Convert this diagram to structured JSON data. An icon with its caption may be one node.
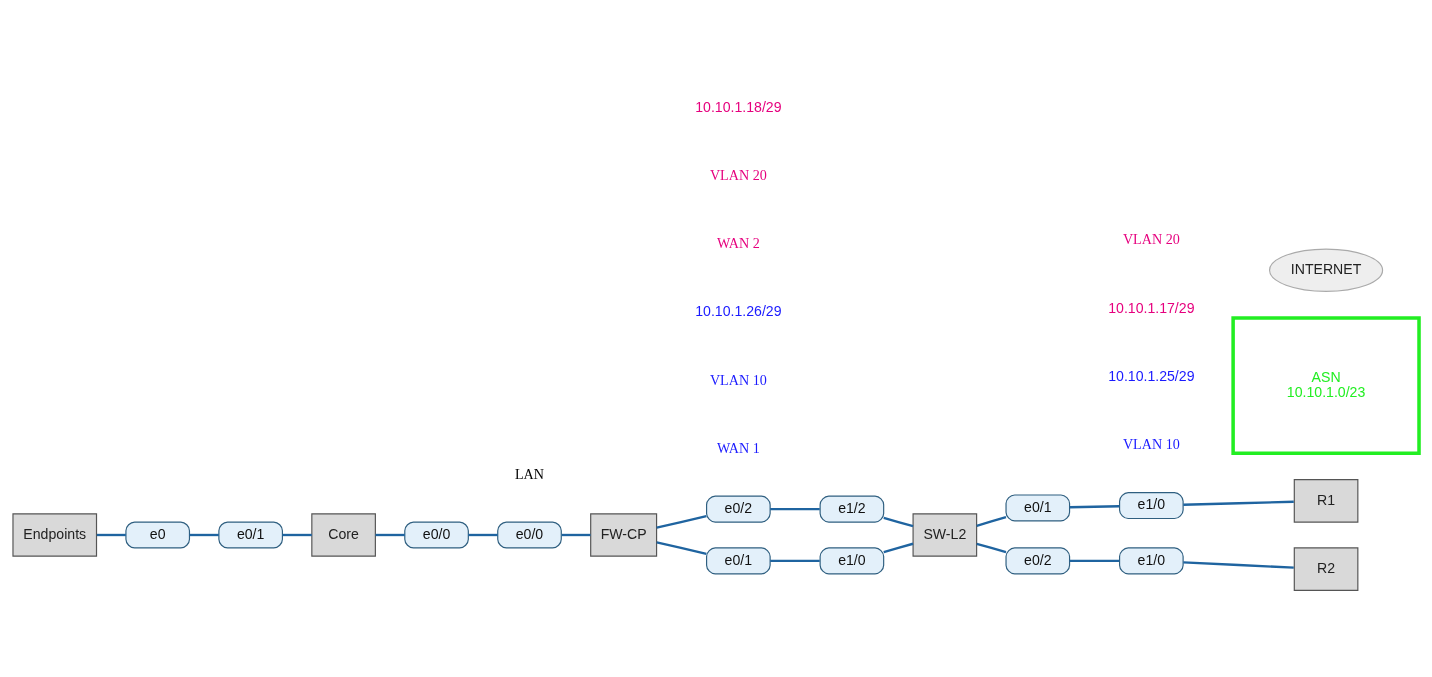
{
  "diagram": {
    "nodes": [
      {
        "text": [
          "Endpoints"
        ]
      },
      {
        "text": [
          "Core"
        ]
      },
      {
        "text": [
          "FW-CP"
        ]
      },
      {
        "text": [
          "SW-L2"
        ]
      },
      {
        "text": [
          "ASN",
          "10.10.1.0/23"
        ]
      },
      {
        "text": [
          "R1"
        ]
      },
      {
        "text": [
          "R2"
        ]
      },
      {
        "text": [
          "INTERNET"
        ]
      },
      {
        "text": [
          "e0"
        ]
      },
      {
        "text": [
          "e0/1"
        ]
      },
      {
        "text": [
          "e0/0"
        ]
      },
      {
        "text": [
          "e0/0"
        ]
      },
      {
        "text": [
          "e0/2"
        ]
      },
      {
        "text": [
          "e1/2"
        ]
      },
      {
        "text": [
          "e0/1"
        ]
      },
      {
        "text": [
          "e1/0"
        ]
      },
      {
        "text": [
          "e0/1"
        ]
      },
      {
        "text": [
          "e1/0"
        ]
      },
      {
        "text": [
          "e0/2"
        ]
      },
      {
        "text": [
          "e1/0"
        ]
      }
    ],
    "edges": [
      {
        "from": 0,
        "to": 8,
        "arrow": "none"
      },
      {
        "from": 8,
        "to": 9,
        "arrow": "none"
      },
      {
        "from": 9,
        "to": 1,
        "arrow": "none"
      },
      {
        "from": 1,
        "to": 10,
        "arrow": "none"
      },
      {
        "from": 10,
        "to": 11,
        "arrow": "none"
      },
      {
        "from": 11,
        "to": 2,
        "arrow": "none"
      },
      {
        "from": 2,
        "to": 12,
        "arrow": "none"
      },
      {
        "from": 12,
        "to": 13,
        "arrow": "none"
      },
      {
        "from": 13,
        "to": 3,
        "arrow": "none"
      },
      {
        "from": 2,
        "to": 14,
        "arrow": "none"
      },
      {
        "from": 14,
        "to": 15,
        "arrow": "none"
      },
      {
        "from": 15,
        "to": 3,
        "arrow": "none"
      },
      {
        "from": 3,
        "to": 16,
        "arrow": "none"
      },
      {
        "from": 16,
        "to": 17,
        "arrow": "none"
      },
      {
        "from": 17,
        "to": 5,
        "arrow": "none"
      },
      {
        "from": 3,
        "to": 18,
        "arrow": "none"
      },
      {
        "from": 18,
        "to": 19,
        "arrow": "none"
      },
      {
        "from": 19,
        "to": 6,
        "arrow": "none"
      }
    ],
    "labels": [
      "LAN",
      "WAN 1",
      "VLAN 10",
      "10.10.1.26/29",
      "WAN 2",
      "VLAN 20",
      "10.10.1.18/29",
      "VLAN 10",
      "10.10.1.25/29",
      "10.10.1.17/29",
      "VLAN 20"
    ]
  }
}
